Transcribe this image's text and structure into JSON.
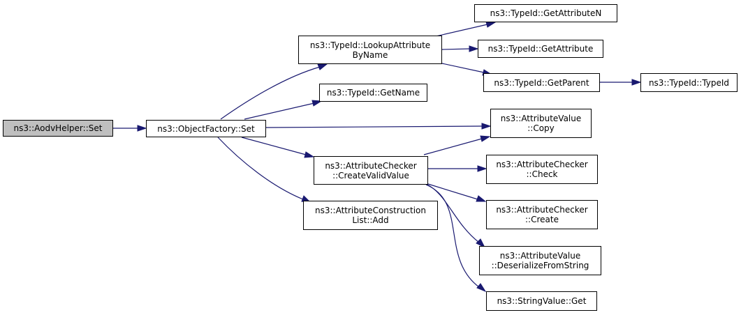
{
  "colors": {
    "edge": "#191970",
    "root_fill": "#bfbfbf",
    "node_fill": "#ffffff",
    "border": "#000000"
  },
  "nodes": {
    "aodv_set": {
      "lines": [
        "ns3::AodvHelper::Set"
      ]
    },
    "objfactory_set": {
      "lines": [
        "ns3::ObjectFactory::Set"
      ]
    },
    "lookup_attr": {
      "lines": [
        "ns3::TypeId::LookupAttribute",
        "ByName"
      ]
    },
    "get_name": {
      "lines": [
        "ns3::TypeId::GetName"
      ]
    },
    "create_valid": {
      "lines": [
        "ns3::AttributeChecker",
        "::CreateValidValue"
      ]
    },
    "construction_add": {
      "lines": [
        "ns3::AttributeConstruction",
        "List::Add"
      ]
    },
    "get_attr_n": {
      "lines": [
        "ns3::TypeId::GetAttributeN"
      ]
    },
    "get_attr": {
      "lines": [
        "ns3::TypeId::GetAttribute"
      ]
    },
    "get_parent": {
      "lines": [
        "ns3::TypeId::GetParent"
      ]
    },
    "typeid": {
      "lines": [
        "ns3::TypeId::TypeId"
      ]
    },
    "value_copy": {
      "lines": [
        "ns3::AttributeValue",
        "::Copy"
      ]
    },
    "checker_check": {
      "lines": [
        "ns3::AttributeChecker",
        "::Check"
      ]
    },
    "checker_create": {
      "lines": [
        "ns3::AttributeChecker",
        "::Create"
      ]
    },
    "value_deser": {
      "lines": [
        "ns3::AttributeValue",
        "::DeserializeFromString"
      ]
    },
    "string_get": {
      "lines": [
        "ns3::StringValue::Get"
      ]
    }
  }
}
